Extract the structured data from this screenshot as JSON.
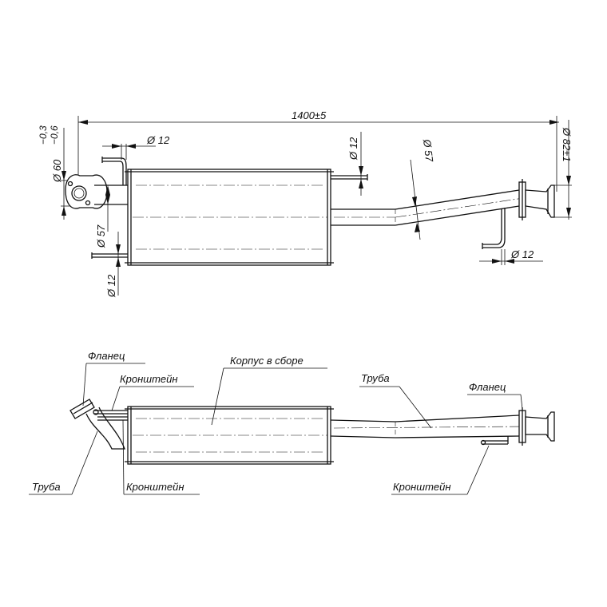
{
  "dimensions": {
    "overall_length": "1400±5",
    "flange_inlet_diameter": "Ø 60",
    "flange_inlet_tolerance": "−0,3 / −0,6",
    "tolerance_upper": "−0,3",
    "tolerance_lower": "−0,6",
    "bracket_left_top": "Ø 12",
    "bracket_left_bottom": "Ø 12",
    "pipe_inlet_diameter": "Ø 57",
    "bracket_right_top": "Ø 12",
    "pipe_outlet_diameter": "Ø 57",
    "bracket_right_bottom": "Ø 12",
    "outlet_diameter": "Ø 82±1"
  },
  "labels": {
    "flange_left": "Фланец",
    "bracket_left_top": "Кронштейн",
    "housing": "Корпус в сборе",
    "pipe_right": "Труба",
    "flange_right": "Фланец",
    "pipe_left": "Труба",
    "bracket_left_bottom": "Кронштейн",
    "bracket_right_bottom": "Кронштейн"
  }
}
